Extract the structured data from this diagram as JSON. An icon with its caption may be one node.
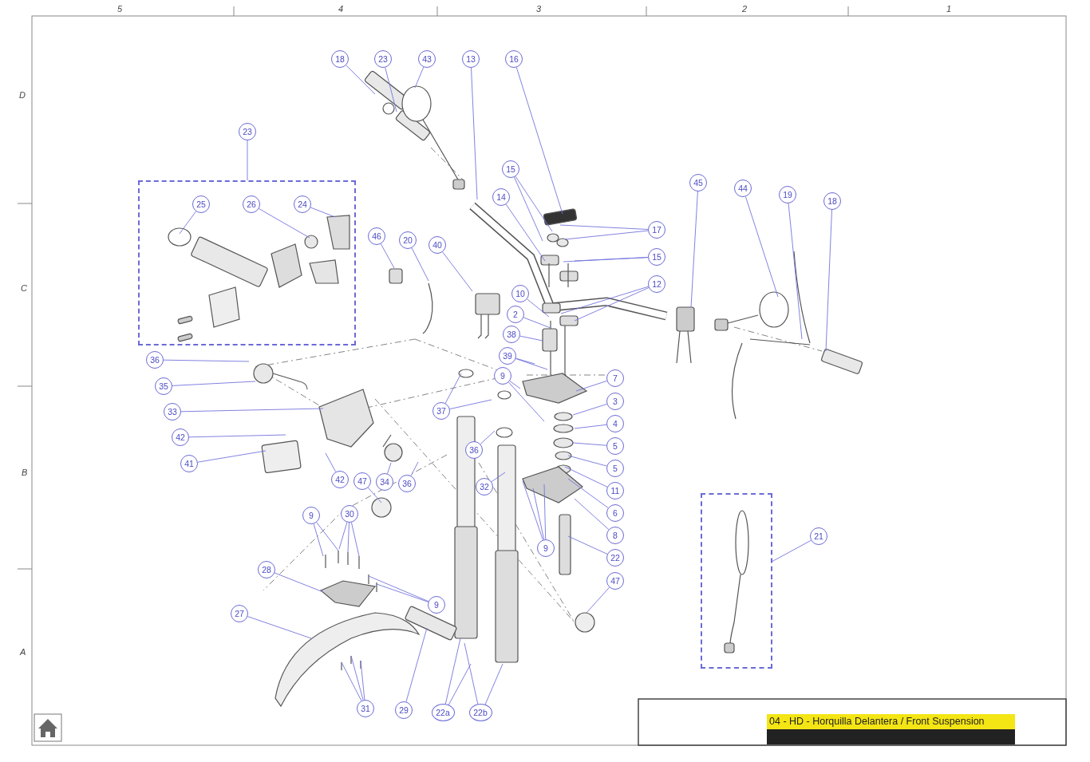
{
  "diagram": {
    "title": "04 - HD - Horquilla Delantera / Front Suspension",
    "nodes": [
      {
        "text": [
          "18"
        ]
      },
      {
        "text": [
          "23"
        ]
      },
      {
        "text": [
          "43"
        ]
      },
      {
        "text": [
          "13"
        ]
      },
      {
        "text": [
          "16"
        ]
      },
      {
        "text": [
          "23"
        ]
      },
      {
        "text": [],
        "shape": "box"
      },
      {
        "text": [
          "25"
        ],
        "in": 6
      },
      {
        "text": [
          "26"
        ],
        "in": 6
      },
      {
        "text": [
          "24"
        ],
        "in": 6
      },
      {
        "text": [
          "15"
        ]
      },
      {
        "text": [
          "45"
        ]
      },
      {
        "text": [
          "44"
        ]
      },
      {
        "text": [
          "19"
        ]
      },
      {
        "text": [
          "18"
        ]
      },
      {
        "text": [
          "14"
        ]
      },
      {
        "text": [
          "17"
        ]
      },
      {
        "text": [
          "46"
        ]
      },
      {
        "text": [
          "20"
        ]
      },
      {
        "text": [
          "40"
        ]
      },
      {
        "text": [
          "15"
        ]
      },
      {
        "text": [
          "12"
        ]
      },
      {
        "text": [
          "10"
        ]
      },
      {
        "text": [
          "2"
        ]
      },
      {
        "text": [
          "38"
        ]
      },
      {
        "text": [
          "39"
        ]
      },
      {
        "text": [
          "36"
        ]
      },
      {
        "text": [
          "9"
        ]
      },
      {
        "text": [
          "7"
        ]
      },
      {
        "text": [
          "35"
        ]
      },
      {
        "text": [
          "3"
        ]
      },
      {
        "text": [
          "37"
        ]
      },
      {
        "text": [
          "33"
        ]
      },
      {
        "text": [
          "4"
        ]
      },
      {
        "text": [
          "42"
        ]
      },
      {
        "text": [
          "5"
        ]
      },
      {
        "text": [
          "36"
        ]
      },
      {
        "text": [
          "41"
        ]
      },
      {
        "text": [
          "5"
        ]
      },
      {
        "text": [
          "42"
        ]
      },
      {
        "text": [
          "47"
        ]
      },
      {
        "text": [
          "34"
        ]
      },
      {
        "text": [
          "36"
        ]
      },
      {
        "text": [
          "32"
        ]
      },
      {
        "text": [
          "11"
        ]
      },
      {
        "text": [
          "9"
        ]
      },
      {
        "text": [
          "30"
        ]
      },
      {
        "text": [
          "6"
        ]
      },
      {
        "text": [
          "8"
        ]
      },
      {
        "text": [
          "21"
        ]
      },
      {
        "text": [],
        "shape": "box"
      },
      {
        "text": [
          "9"
        ]
      },
      {
        "text": [
          "22"
        ]
      },
      {
        "text": [
          "28"
        ]
      },
      {
        "text": [
          "47"
        ]
      },
      {
        "text": [
          "9"
        ]
      },
      {
        "text": [
          "27"
        ]
      },
      {
        "text": [
          "31"
        ]
      },
      {
        "text": [
          "29"
        ]
      },
      {
        "text": [
          "22a"
        ]
      },
      {
        "text": [
          "22b"
        ]
      }
    ],
    "edges": [
      {
        "from": 0,
        "to": null,
        "arrow": "none"
      },
      {
        "from": 1,
        "to": null,
        "arrow": "none"
      },
      {
        "from": 2,
        "to": null,
        "arrow": "none"
      },
      {
        "from": 3,
        "to": null,
        "arrow": "none"
      },
      {
        "from": 4,
        "to": null,
        "arrow": "none"
      },
      {
        "from": 5,
        "to": 6,
        "arrow": "none"
      },
      {
        "from": 7,
        "to": null,
        "arrow": "none"
      },
      {
        "from": 8,
        "to": null,
        "arrow": "none"
      },
      {
        "from": 9,
        "to": null,
        "arrow": "none"
      },
      {
        "from": 10,
        "to": null,
        "arrow": "none"
      },
      {
        "from": 10,
        "to": null,
        "arrow": "none"
      },
      {
        "from": 11,
        "to": null,
        "arrow": "none"
      },
      {
        "from": 12,
        "to": null,
        "arrow": "none"
      },
      {
        "from": 13,
        "to": null,
        "arrow": "none"
      },
      {
        "from": 14,
        "to": null,
        "arrow": "none"
      },
      {
        "from": 15,
        "to": null,
        "arrow": "none"
      },
      {
        "from": 16,
        "to": null,
        "arrow": "none"
      },
      {
        "from": 16,
        "to": null,
        "arrow": "none"
      },
      {
        "from": 17,
        "to": null,
        "arrow": "none"
      },
      {
        "from": 18,
        "to": null,
        "arrow": "none"
      },
      {
        "from": 19,
        "to": null,
        "arrow": "none"
      },
      {
        "from": 20,
        "to": null,
        "arrow": "none"
      },
      {
        "from": 20,
        "to": null,
        "arrow": "none"
      },
      {
        "from": 21,
        "to": null,
        "arrow": "none"
      },
      {
        "from": 21,
        "to": null,
        "arrow": "none"
      },
      {
        "from": 22,
        "to": null,
        "arrow": "none"
      },
      {
        "from": 23,
        "to": null,
        "arrow": "none"
      },
      {
        "from": 24,
        "to": null,
        "arrow": "none"
      },
      {
        "from": 25,
        "to": null,
        "arrow": "none"
      },
      {
        "from": 25,
        "to": null,
        "arrow": "none"
      },
      {
        "from": 26,
        "to": null,
        "arrow": "none"
      },
      {
        "from": 27,
        "to": null,
        "arrow": "none"
      },
      {
        "from": 27,
        "to": null,
        "arrow": "none"
      },
      {
        "from": 28,
        "to": null,
        "arrow": "none"
      },
      {
        "from": 29,
        "to": null,
        "arrow": "none"
      },
      {
        "from": 30,
        "to": null,
        "arrow": "none"
      },
      {
        "from": 31,
        "to": null,
        "arrow": "none"
      },
      {
        "from": 31,
        "to": null,
        "arrow": "none"
      },
      {
        "from": 32,
        "to": null,
        "arrow": "none"
      },
      {
        "from": 33,
        "to": null,
        "arrow": "none"
      },
      {
        "from": 34,
        "to": null,
        "arrow": "none"
      },
      {
        "from": 35,
        "to": null,
        "arrow": "none"
      },
      {
        "from": 36,
        "to": null,
        "arrow": "none"
      },
      {
        "from": 37,
        "to": null,
        "arrow": "none"
      },
      {
        "from": 38,
        "to": null,
        "arrow": "none"
      },
      {
        "from": 39,
        "to": null,
        "arrow": "none"
      },
      {
        "from": 40,
        "to": null,
        "arrow": "none"
      },
      {
        "from": 41,
        "to": null,
        "arrow": "none"
      },
      {
        "from": 42,
        "to": null,
        "arrow": "none"
      },
      {
        "from": 43,
        "to": null,
        "arrow": "none"
      },
      {
        "from": 44,
        "to": null,
        "arrow": "none"
      },
      {
        "from": 45,
        "to": null,
        "arrow": "none"
      },
      {
        "from": 45,
        "to": null,
        "arrow": "none"
      },
      {
        "from": 46,
        "to": null,
        "arrow": "none"
      },
      {
        "from": 46,
        "to": null,
        "arrow": "none"
      },
      {
        "from": 46,
        "to": null,
        "arrow": "none"
      },
      {
        "from": 47,
        "to": null,
        "arrow": "none"
      },
      {
        "from": 48,
        "to": null,
        "arrow": "none"
      },
      {
        "from": 49,
        "to": 50,
        "arrow": "none"
      },
      {
        "from": 51,
        "to": null,
        "arrow": "none"
      },
      {
        "from": 51,
        "to": null,
        "arrow": "none"
      },
      {
        "from": 51,
        "to": null,
        "arrow": "none"
      },
      {
        "from": 52,
        "to": null,
        "arrow": "none"
      },
      {
        "from": 53,
        "to": null,
        "arrow": "none"
      },
      {
        "from": 54,
        "to": null,
        "arrow": "none"
      },
      {
        "from": 55,
        "to": null,
        "arrow": "none"
      },
      {
        "from": 55,
        "to": null,
        "arrow": "none"
      },
      {
        "from": 56,
        "to": null,
        "arrow": "none"
      },
      {
        "from": 57,
        "to": null,
        "arrow": "none"
      },
      {
        "from": 57,
        "to": null,
        "arrow": "none"
      },
      {
        "from": 57,
        "to": null,
        "arrow": "none"
      },
      {
        "from": 58,
        "to": null,
        "arrow": "none"
      },
      {
        "from": 59,
        "to": null,
        "arrow": "none"
      },
      {
        "from": 59,
        "to": null,
        "arrow": "none"
      },
      {
        "from": 60,
        "to": null,
        "arrow": "none"
      },
      {
        "from": 60,
        "to": null,
        "arrow": "none"
      }
    ],
    "labels": [
      "5",
      "4",
      "3",
      "2",
      "1",
      "D",
      "C",
      "B",
      "A"
    ]
  }
}
